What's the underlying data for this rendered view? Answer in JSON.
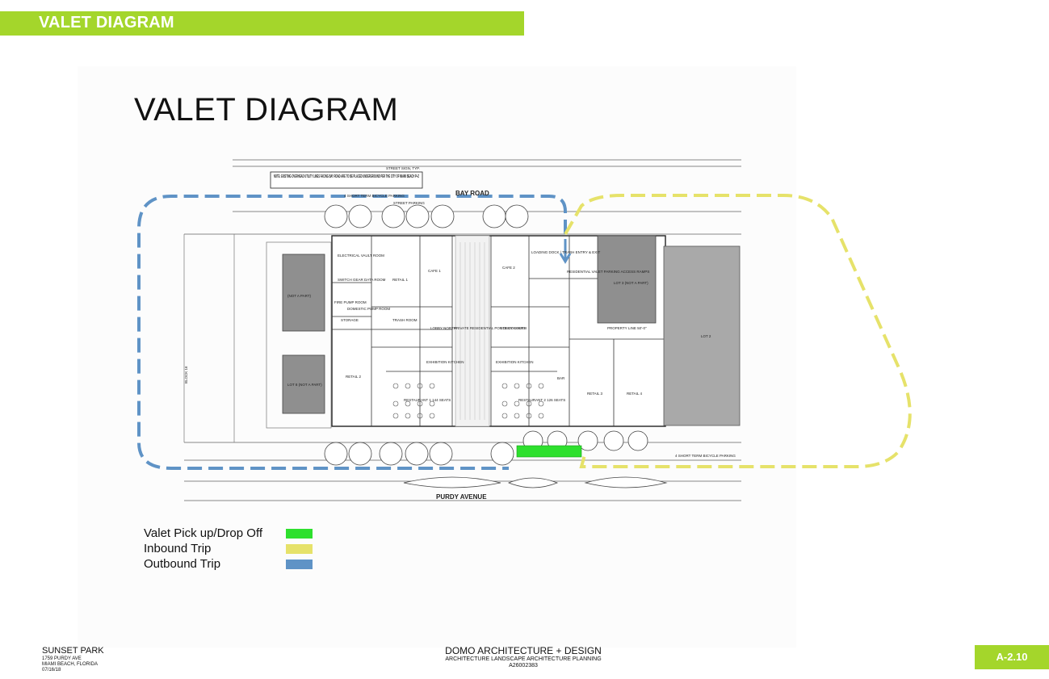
{
  "header": {
    "title": "VALET DIAGRAM"
  },
  "plan": {
    "title": "VALET DIAGRAM",
    "streets": {
      "top": "BAY ROAD",
      "bottom": "PURDY AVENUE"
    },
    "note": "NOTE: EXISTING OVERHEAD UTILITY LINES FACING BAY ROAD ARE TO BE PLACED UNDERGROUND PER THE CITY OF MIAMI BEACH P+Z",
    "annotations": {
      "street_sign": "STREET SIGN, TYP.",
      "short_term_top": "4 SHORT TERM BICYCLE PARKING",
      "short_term_bottom": "4 SHORT TERM BICYCLE PARKING",
      "street_parking": "STREET PARKING"
    },
    "rooms": {
      "electrical": "ELECTRICAL VAULT ROOM",
      "switch_gear": "SWITCH GEAR DATA ROOM",
      "fire_pump": "FIRE PUMP ROOM",
      "domestic_pump": "DOMESTIC PUMP ROOM",
      "storage": "STORAGE",
      "trash": "TRASH ROOM",
      "retail1": "RETAIL 1",
      "retail2": "RETAIL 2",
      "retail3": "RETAIL 3",
      "retail4": "RETAIL 4",
      "cafe1": "CAFE 1",
      "cafe2": "CAFE 2",
      "lobby_north": "LOBBY NORTH",
      "lobby_south": "LOBBY SOUTH",
      "porte_cochere": "PRIVATE RESIDENTIAL PORTE COCHERE",
      "exhibition_kitchen": "EXHIBITION KITCHEN",
      "restaurant1": "RESTAURANT 1 144 SEATS",
      "restaurant2": "RESTAURANT 2 126 SEATS",
      "loading": "LOADING DOCK / TRASH ENTRY & EXIT",
      "valet_ramps": "RESIDENTIAL VALET PARKING ACCESS RAMPS",
      "bar": "BAR",
      "lot3": "LOT 3 (NOT A PART)",
      "lot2": "LOT 2",
      "lot_top_left": "(NOT A PART)",
      "lot8": "LOT 8 (NOT A PART)",
      "property_line": "PROPERTY LINE 50'-0\"",
      "block": "BLOCK 16"
    },
    "colors": {
      "valet": "#2ee02e",
      "inbound": "#e6e26a",
      "outbound": "#5f93c6",
      "accent": "#a4d62b"
    }
  },
  "legend": [
    {
      "label": "Valet Pick up/Drop Off",
      "color": "#2ee02e"
    },
    {
      "label": "Inbound Trip",
      "color": "#e6e26a"
    },
    {
      "label": "Outbound Trip",
      "color": "#5f93c6"
    }
  ],
  "footer": {
    "project": "SUNSET PARK",
    "address1": "1759 PURDY AVE",
    "address2": "MIAMI BEACH, FLORIDA",
    "date": "07/16/18",
    "firm": "DOMO ARCHITECTURE + DESIGN",
    "services": "ARCHITECTURE LANDSCAPE ARCHITECTURE PLANNING",
    "license": "A26002383",
    "sheet": "A-2.10"
  }
}
